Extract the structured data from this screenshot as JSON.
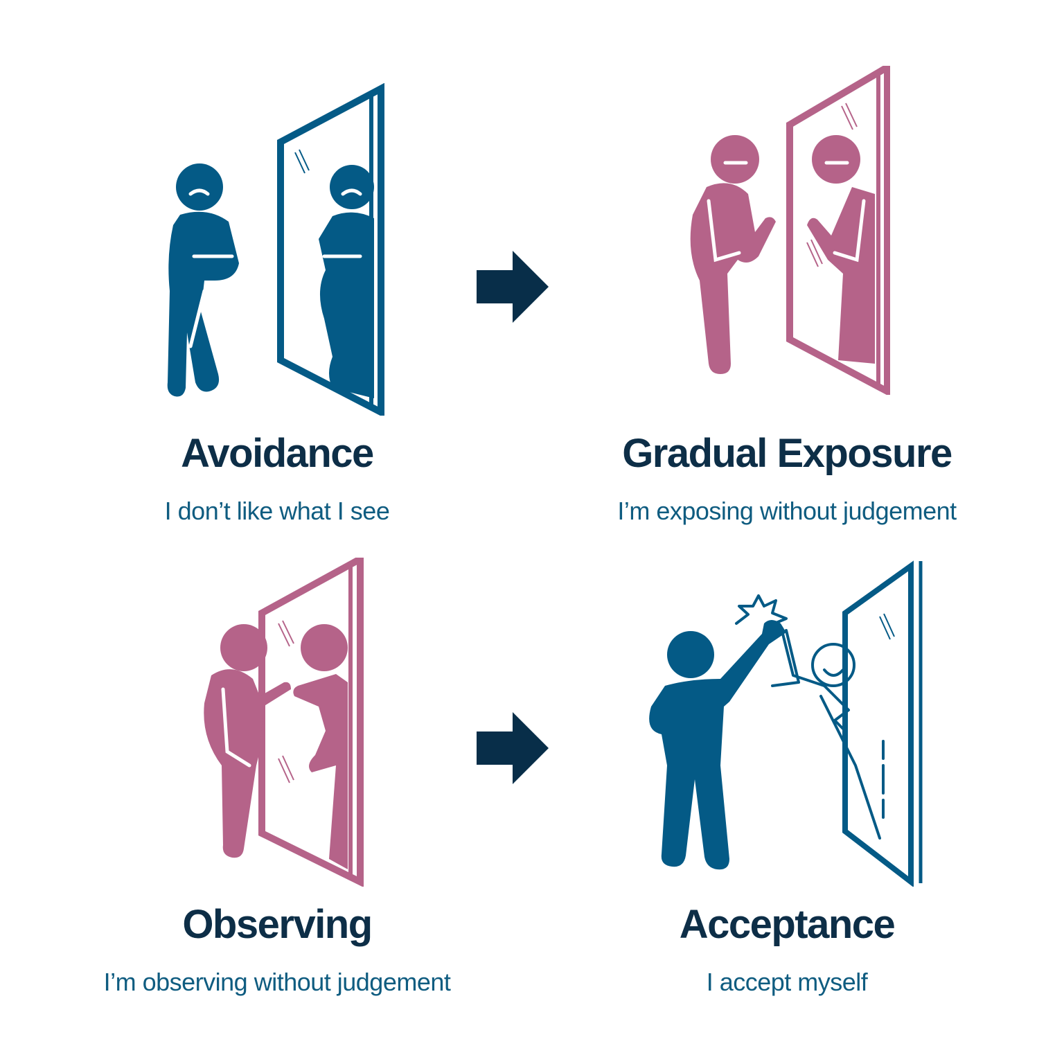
{
  "colors": {
    "blue": "#045a86",
    "pink": "#b56389",
    "navy": "#0d2e47",
    "arrow": "#082e49",
    "caption": "#0f5c80"
  },
  "stages": [
    {
      "title": "Avoidance",
      "caption": "I don’t like what I see",
      "color": "pink-none-blue",
      "icon": "person-hiding-from-mirror-icon"
    },
    {
      "title": "Gradual Exposure",
      "caption": "I’m exposing without judgement",
      "icon": "person-facing-mirror-icon"
    },
    {
      "title": "Observing",
      "caption": "I’m observing without judgement",
      "icon": "person-touching-mirror-icon"
    },
    {
      "title": "Acceptance",
      "caption": "I accept myself",
      "icon": "person-high-five-mirror-icon"
    }
  ],
  "arrows": [
    "right-arrow-icon",
    "right-arrow-icon"
  ]
}
